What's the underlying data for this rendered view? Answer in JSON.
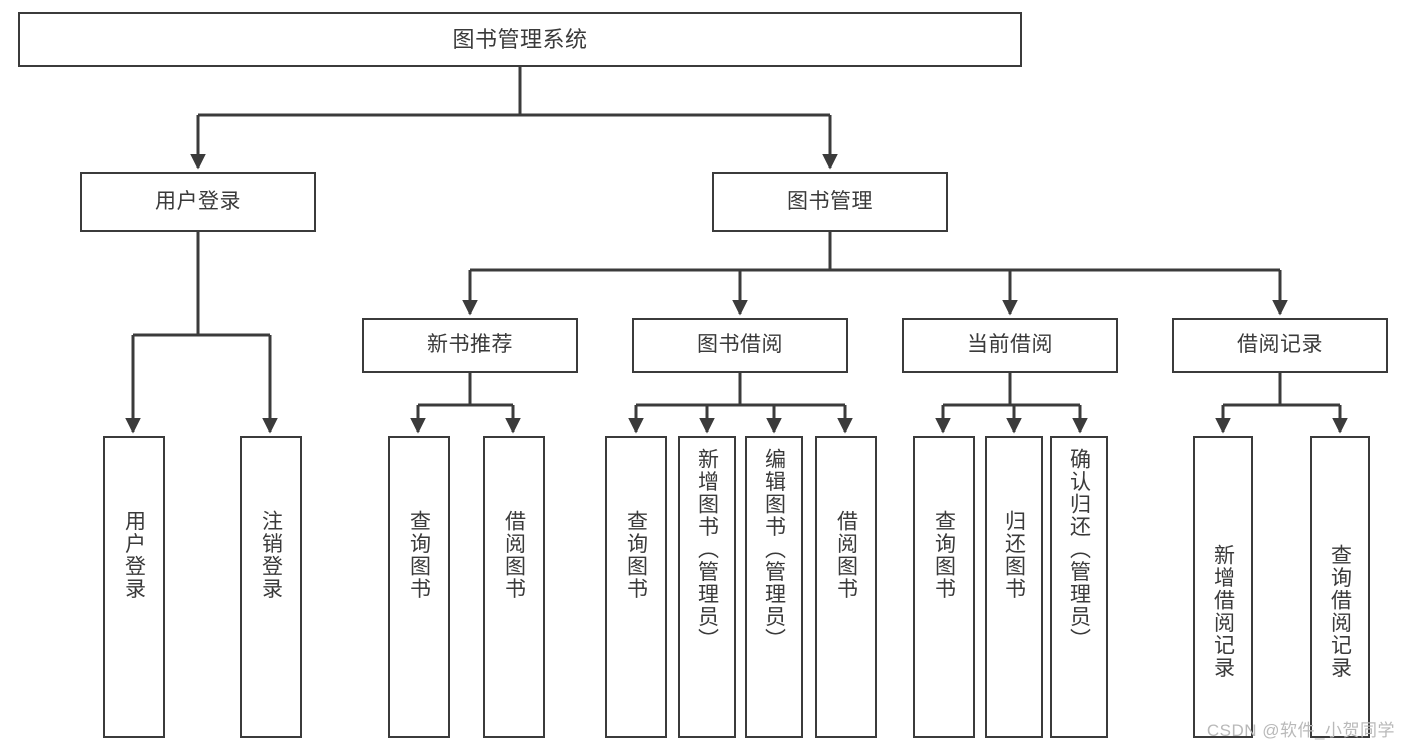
{
  "diagram": {
    "type": "tree",
    "title": "图书管理系统",
    "stroke_color": "#3b3b3b",
    "text_color": "#3a3a3a",
    "background_color": "#ffffff",
    "root": {
      "label": "图书管理系统"
    },
    "level2": [
      {
        "label": "用户登录"
      },
      {
        "label": "图书管理"
      }
    ],
    "level3": [
      {
        "label": "新书推荐"
      },
      {
        "label": "图书借阅"
      },
      {
        "label": "当前借阅"
      },
      {
        "label": "借阅记录"
      }
    ],
    "leaves": {
      "user_login": [
        {
          "label": "用户登录"
        },
        {
          "label": "注销登录"
        }
      ],
      "new_book": [
        {
          "label": "查询图书"
        },
        {
          "label": "借阅图书"
        }
      ],
      "book_borrow": [
        {
          "label": "查询图书"
        },
        {
          "label": "新增图书（管理员）"
        },
        {
          "label": "编辑图书（管理员）"
        },
        {
          "label": "借阅图书"
        }
      ],
      "current_borrow": [
        {
          "label": "查询图书"
        },
        {
          "label": "归还图书"
        },
        {
          "label": "确认归还（管理员）"
        }
      ],
      "borrow_record": [
        {
          "label": "新增借阅记录"
        },
        {
          "label": "查询借阅记录"
        }
      ]
    }
  },
  "watermark": {
    "text": "CSDN @软件_小贺同学"
  }
}
